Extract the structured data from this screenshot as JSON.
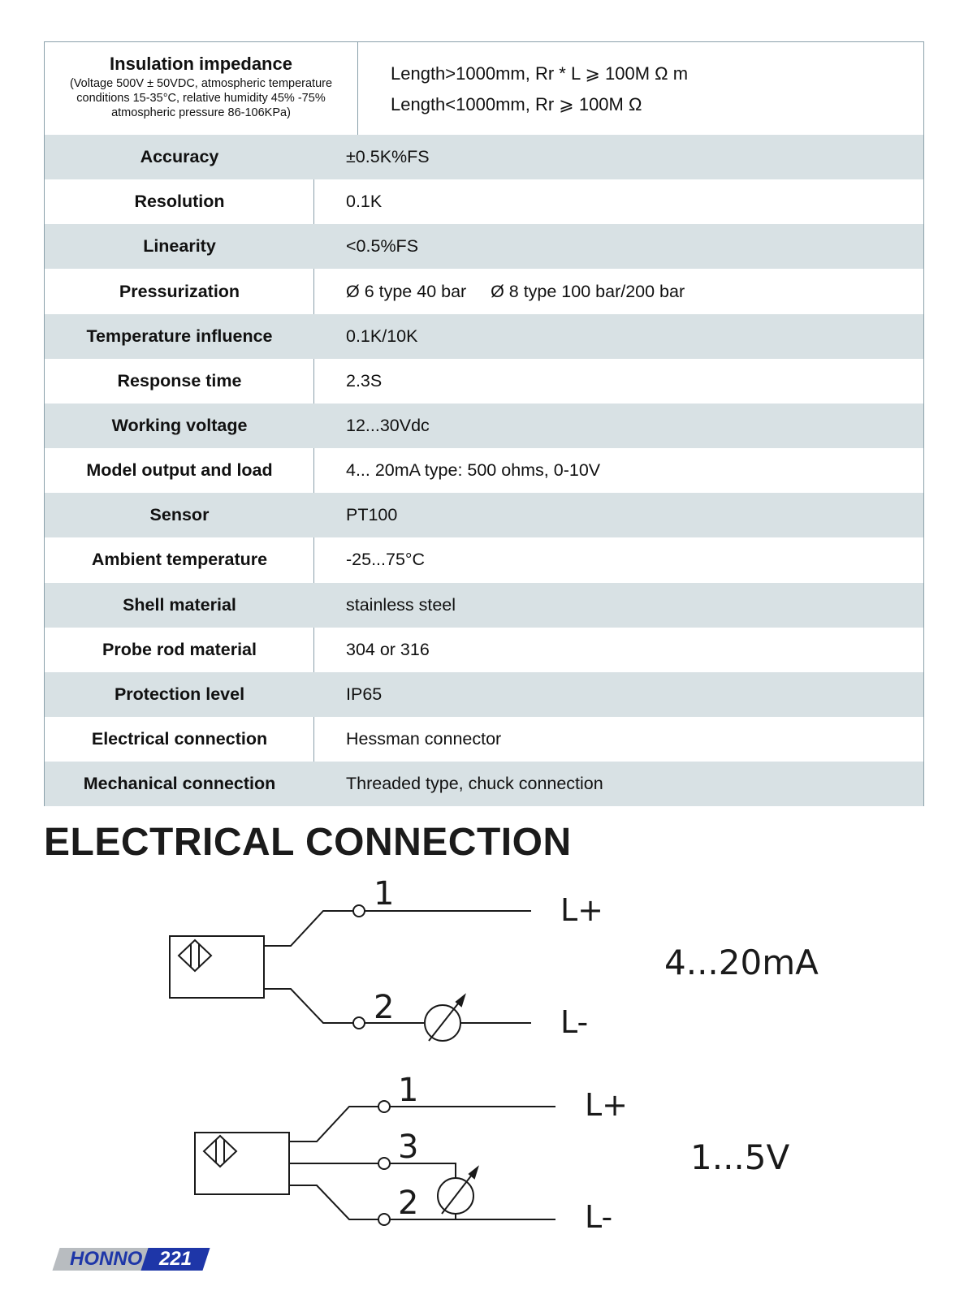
{
  "insulation": {
    "title": "Insulation impedance",
    "note": [
      "(Voltage 500V ± 50VDC, atmospheric temperature",
      "conditions 15-35°C, relative humidity 45% -75%",
      "atmospheric pressure 86-106KPa)"
    ],
    "values": [
      "Length>1000mm, Rr * L ⩾ 100M Ω m",
      "Length<1000mm, Rr ⩾ 100M Ω"
    ]
  },
  "specs": [
    {
      "label": "Accuracy",
      "value": "±0.5K%FS"
    },
    {
      "label": "Resolution",
      "value": "0.1K"
    },
    {
      "label": "Linearity",
      "value": "<0.5%FS"
    },
    {
      "label": "Pressurization",
      "value": "Ø 6 type 40 bar     Ø 8 type 100 bar/200 bar"
    },
    {
      "label": "Temperature influence",
      "value": "0.1K/10K"
    },
    {
      "label": "Response time",
      "value": "2.3S"
    },
    {
      "label": "Working voltage",
      "value": "12...30Vdc"
    },
    {
      "label": "Model output and load",
      "value": "4... 20mA type: 500 ohms, 0-10V"
    },
    {
      "label": "Sensor",
      "value": "PT100"
    },
    {
      "label": "Ambient temperature",
      "value": "-25...75°C"
    },
    {
      "label": "Shell material",
      "value": "stainless steel"
    },
    {
      "label": "Probe rod material",
      "value": "304 or 316"
    },
    {
      "label": "Protection level",
      "value": "IP65"
    },
    {
      "label": "Electrical connection",
      "value": "Hessman connector"
    },
    {
      "label": "Mechanical connection",
      "value": "Threaded type, chuck connection"
    }
  ],
  "heading": "ELECTRICAL CONNECTION",
  "diagram1": {
    "pin_top": "1",
    "pin_bottom": "2",
    "l_plus": "L+",
    "l_minus": "L-",
    "output": "4...20mA"
  },
  "diagram2": {
    "pin_top": "1",
    "pin_mid": "3",
    "pin_bottom": "2",
    "l_plus": "L+",
    "l_minus": "L-",
    "output": "1...5V"
  },
  "footer": {
    "brand": "HONNO",
    "page": "221"
  }
}
